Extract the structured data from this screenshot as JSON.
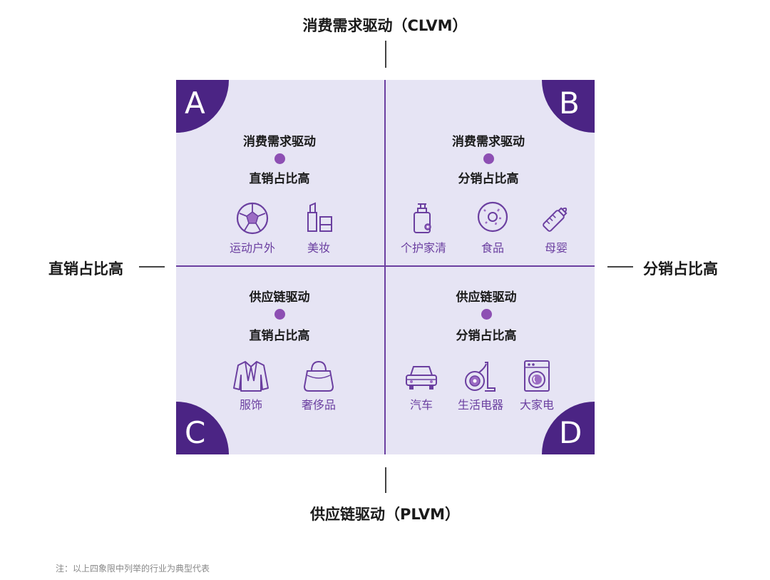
{
  "top_axis": {
    "label": "消费需求驱动（CLVM）"
  },
  "bottom_axis": {
    "label": "供应链驱动（PLVM）"
  },
  "left_axis": {
    "label": "直销占比高"
  },
  "right_axis": {
    "label": "分销占比高"
  },
  "colors": {
    "accent": "#4b2484",
    "dot": "#8d4fb3",
    "background": "#e6e4f4",
    "icon": "#6b3fa0"
  },
  "quadrants": {
    "a": {
      "letter": "A",
      "title": "消费需求驱动",
      "subtitle": "直销占比高",
      "items": [
        {
          "label": "运动户外",
          "icon": "soccer-ball-icon"
        },
        {
          "label": "美妆",
          "icon": "lipstick-icon"
        }
      ]
    },
    "b": {
      "letter": "B",
      "title": "消费需求驱动",
      "subtitle": "分销占比高",
      "items": [
        {
          "label": "个护家清",
          "icon": "pump-bottle-icon"
        },
        {
          "label": "食品",
          "icon": "donut-icon"
        },
        {
          "label": "母婴",
          "icon": "baby-bottle-icon"
        }
      ]
    },
    "c": {
      "letter": "C",
      "title": "供应链驱动",
      "subtitle": "直销占比高",
      "items": [
        {
          "label": "服饰",
          "icon": "jacket-icon"
        },
        {
          "label": "奢侈品",
          "icon": "handbag-icon"
        }
      ]
    },
    "d": {
      "letter": "D",
      "title": "供应链驱动",
      "subtitle": "分销占比高",
      "items": [
        {
          "label": "汽车",
          "icon": "car-icon"
        },
        {
          "label": "生活电器",
          "icon": "vacuum-icon"
        },
        {
          "label": "大家电",
          "icon": "washing-machine-icon"
        }
      ]
    }
  },
  "note": "注：以上四象限中列举的行业为典型代表"
}
